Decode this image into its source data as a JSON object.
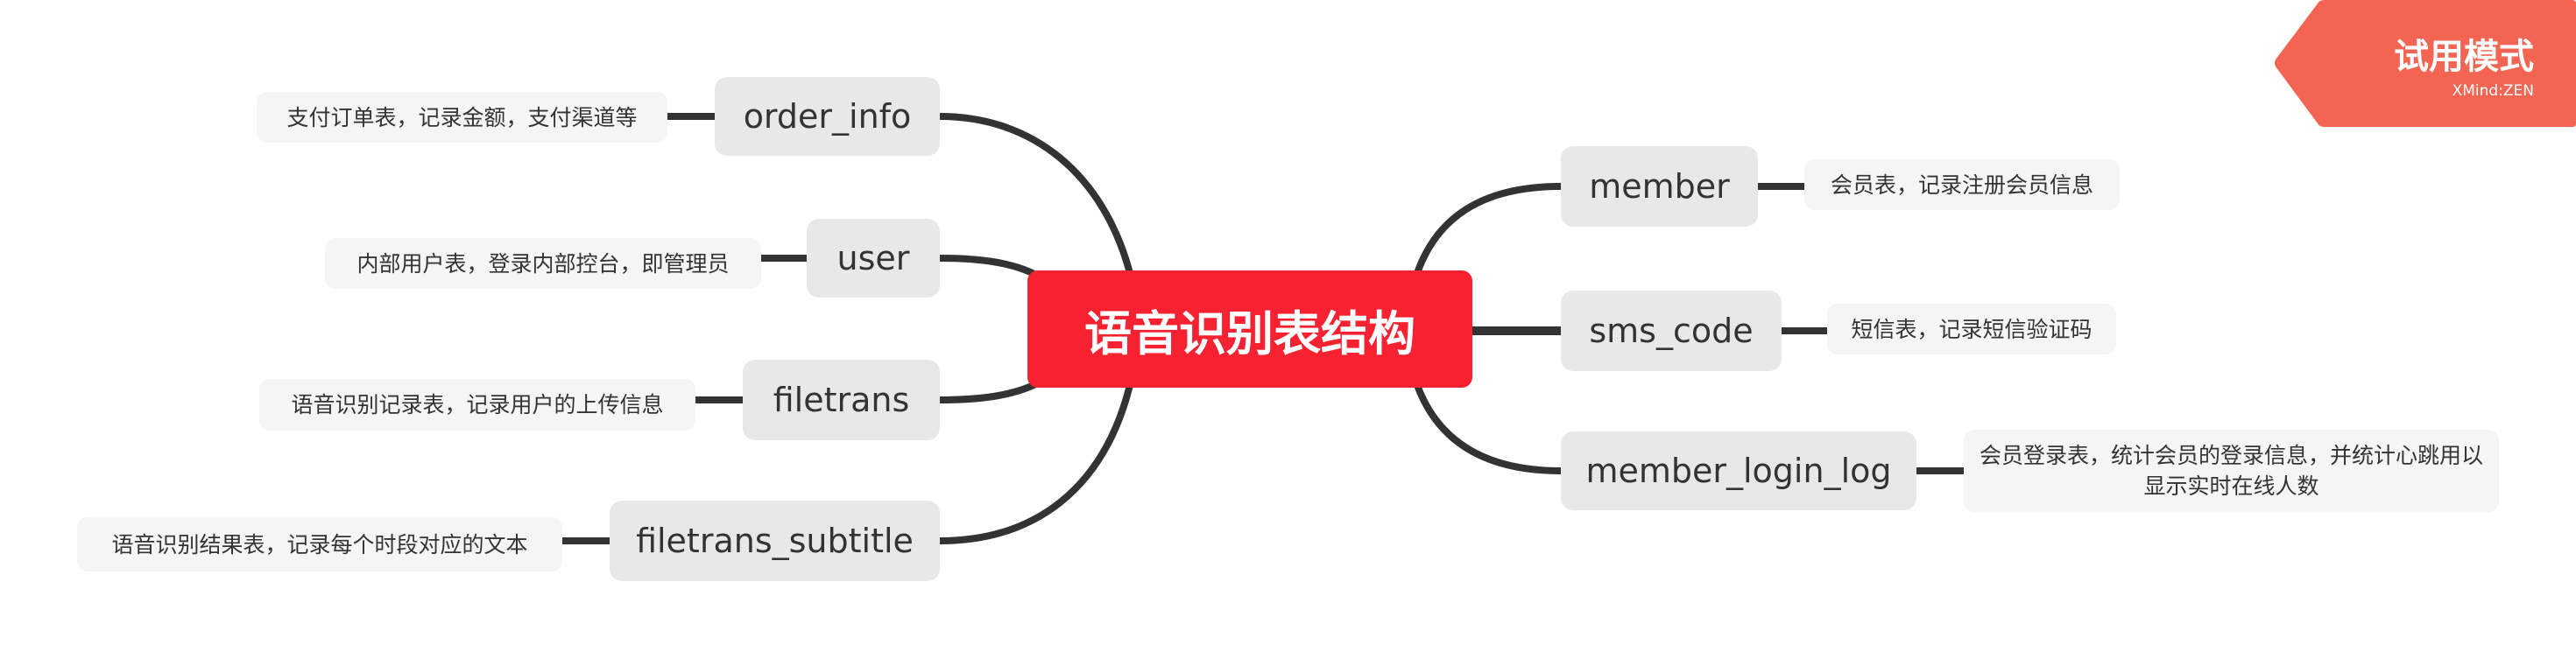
{
  "central": {
    "title": "语音识别表结构"
  },
  "badge": {
    "title": "试用模式",
    "brand": "XMind:ZEN"
  },
  "left_topics": [
    {
      "label": "order_info",
      "description": "支付订单表，记录金额，支付渠道等"
    },
    {
      "label": "user",
      "description": "内部用户表，登录内部控台，即管理员"
    },
    {
      "label": "filetrans",
      "description": "语音识别记录表，记录用户的上传信息"
    },
    {
      "label": "filetrans_subtitle",
      "description": "语音识别结果表，记录每个时段对应的文本"
    }
  ],
  "right_topics": [
    {
      "label": "member",
      "description": "会员表，记录注册会员信息"
    },
    {
      "label": "sms_code",
      "description": "短信表，记录短信验证码"
    },
    {
      "label": "member_login_log",
      "description": "会员登录表，统计会员的登录信息，并统计心跳用以显示实时在线人数"
    }
  ],
  "colors": {
    "central": "#f72231",
    "badge": "#f36552",
    "line": "#333333",
    "node": "#e8e8e8",
    "desc": "#f5f5f5"
  }
}
